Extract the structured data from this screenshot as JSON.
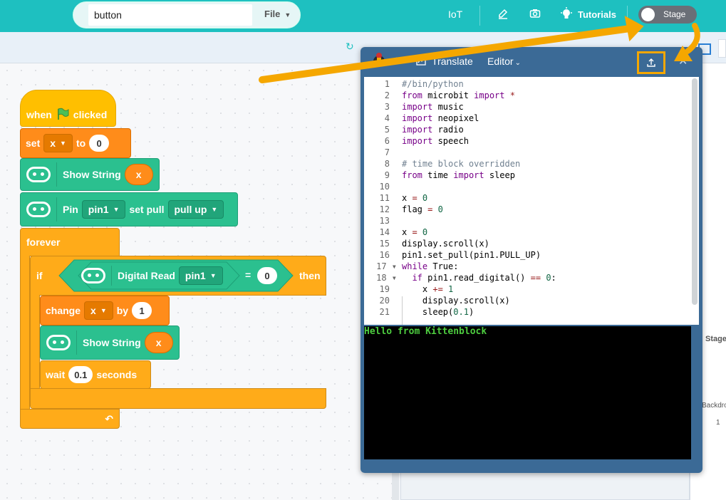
{
  "topbar": {
    "search_value": "button",
    "file_menu": "File",
    "nav_iot": "IoT",
    "nav_tutorials": "Tutorials",
    "stage_toggle": "Stage"
  },
  "blocks": {
    "hat_when": "when",
    "hat_clicked": "clicked",
    "set_label": "set",
    "set_var": "x",
    "set_to": "to",
    "set_value": "0",
    "show_string_1": "Show String",
    "show_string_1_var": "x",
    "pin_label": "Pin",
    "pin_value": "pin1",
    "set_pull_label": "set pull",
    "pull_value": "pull up",
    "forever_label": "forever",
    "if_label": "if",
    "digital_read": "Digital Read",
    "digital_read_pin": "pin1",
    "equals": "=",
    "compare_value": "0",
    "then_label": "then",
    "change_label": "change",
    "change_var": "x",
    "by_label": "by",
    "change_value": "1",
    "show_string_2": "Show String",
    "show_string_2_var": "x",
    "wait_label": "wait",
    "wait_value": "0.1",
    "seconds_label": "seconds"
  },
  "editor": {
    "translate_label": "Translate",
    "editor_label": "Editor",
    "code_lines": [
      {
        "n": "1",
        "text": "#/bin/python",
        "cls": "cm"
      },
      {
        "n": "2",
        "html": "<span class=\"kw\">from</span> microbit <span class=\"kw\">import</span> <span class=\"op\">*</span>"
      },
      {
        "n": "3",
        "html": "<span class=\"kw\">import</span> music"
      },
      {
        "n": "4",
        "html": "<span class=\"kw\">import</span> neopixel"
      },
      {
        "n": "5",
        "html": "<span class=\"kw\">import</span> radio"
      },
      {
        "n": "6",
        "html": "<span class=\"kw\">import</span> speech"
      },
      {
        "n": "7",
        "text": ""
      },
      {
        "n": "8",
        "text": "# time block overridden",
        "cls": "cm"
      },
      {
        "n": "9",
        "html": "<span class=\"kw\">from</span> time <span class=\"kw\">import</span> sleep"
      },
      {
        "n": "10",
        "text": ""
      },
      {
        "n": "11",
        "html": "x <span class=\"op\">=</span> <span class=\"num\">0</span>"
      },
      {
        "n": "12",
        "html": "flag <span class=\"op\">=</span> <span class=\"num\">0</span>"
      },
      {
        "n": "13",
        "text": ""
      },
      {
        "n": "14",
        "html": "x <span class=\"op\">=</span> <span class=\"num\">0</span>"
      },
      {
        "n": "15",
        "text": "display.scroll(x)"
      },
      {
        "n": "16",
        "text": "pin1.set_pull(pin1.PULL_UP)"
      },
      {
        "n": "17",
        "html": "<span class=\"kw\">while</span> True:",
        "fold": true
      },
      {
        "n": "18",
        "html": "  <span class=\"kw\">if</span> pin1.read_digital() <span class=\"op\">==</span> <span class=\"num\">0</span>:",
        "fold": true
      },
      {
        "n": "19",
        "html": "    x <span class=\"op\">+=</span> <span class=\"num\">1</span>"
      },
      {
        "n": "20",
        "text": "    display.scroll(x)"
      },
      {
        "n": "21",
        "html": "    sleep(<span class=\"num\">0.1</span>)"
      }
    ],
    "console_output": "Hello from Kittenblock"
  },
  "right_pane": {
    "stage_tab": "Stage",
    "backdrop_label": "Backdro",
    "backdrop_count": "1"
  },
  "colors": {
    "topbar": "#1ec0c0",
    "editor_window": "#3b6a96",
    "highlight": "#f5a700",
    "console_text": "#4dcc3f"
  }
}
